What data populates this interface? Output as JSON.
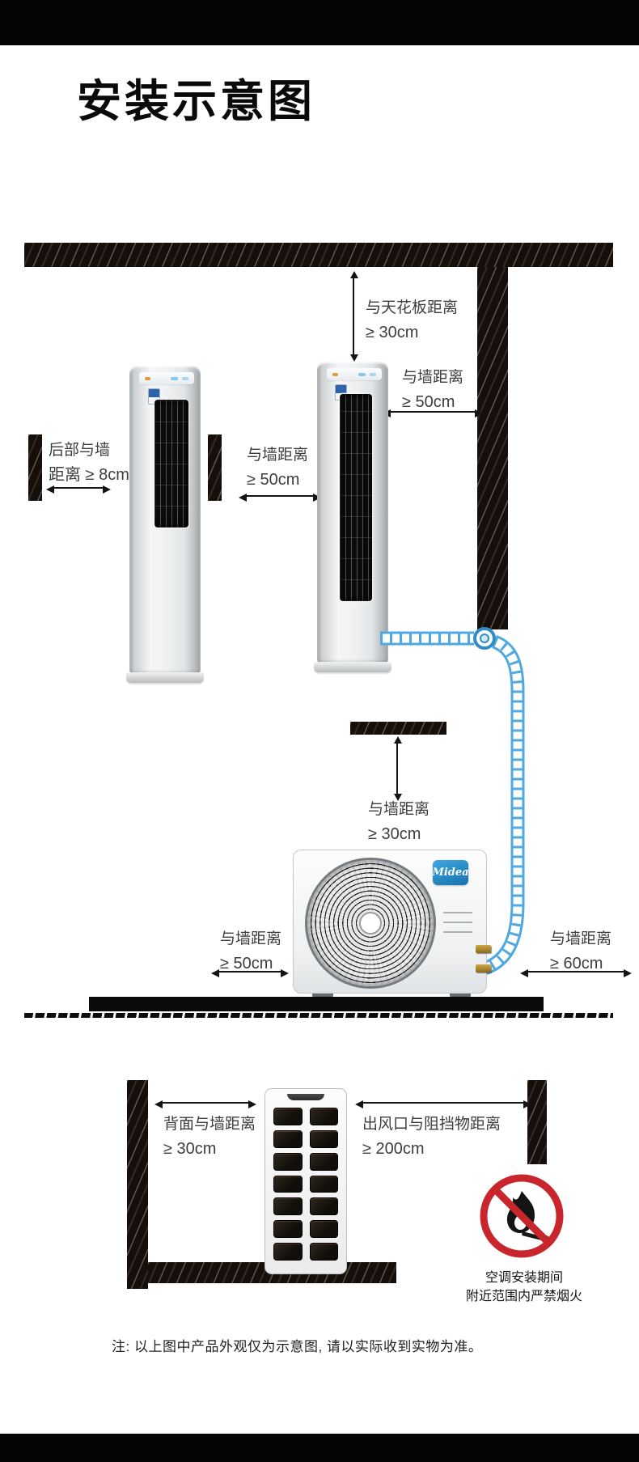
{
  "title": "安装示意图",
  "brand": {
    "logo_text": "Midea",
    "logo_color": "#1E88C7"
  },
  "colors": {
    "pipe_blue": "#4FA8E0",
    "warning_red": "#C9252C",
    "wall_black": "#150E09",
    "label_text": "#3D3D3D"
  },
  "icons": {
    "no_fire": "no-fire-icon (red prohibition circle with flame and match)",
    "fan": "fan-grille-icon (round outdoor fan grille)"
  },
  "labels": {
    "ceiling": {
      "line1": "与天花板距离",
      "line2": "≥ 30cm"
    },
    "wall_upper_right": {
      "line1": "与墙距离",
      "line2": "≥ 50cm"
    },
    "rear": {
      "line1": "后部与墙",
      "line2": "距离 ≥ 8cm"
    },
    "wall_middle": {
      "line1": "与墙距离",
      "line2": "≥ 50cm"
    },
    "wall_above_outdoor": {
      "line1": "与墙距离",
      "line2": "≥ 30cm"
    },
    "outdoor_left": {
      "line1": "与墙距离",
      "line2": "≥ 50cm"
    },
    "outdoor_right": {
      "line1": "与墙距离",
      "line2": "≥ 60cm"
    },
    "back_wall": {
      "line1": "背面与墙距离",
      "line2": "≥ 30cm"
    },
    "outlet": {
      "line1": "出风口与阻挡物距离",
      "line2": "≥ 200cm"
    }
  },
  "warning": {
    "line1": "空调安装期间",
    "line2": "附近范围内严禁烟火"
  },
  "note": "注: 以上图中产品外观仅为示意图, 请以实际收到实物为准。"
}
